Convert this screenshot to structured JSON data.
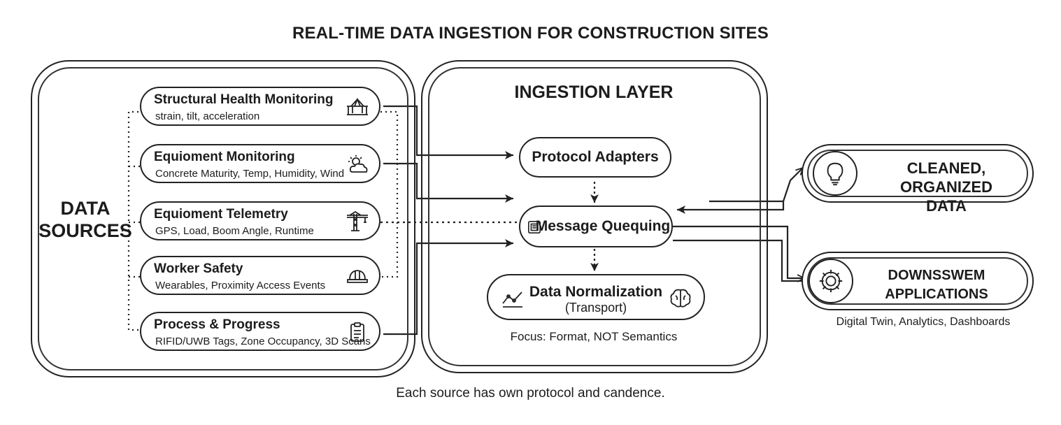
{
  "title": "REAL-TIME DATA INGESTION FOR CONSTRUCTION SITES",
  "data_sources": {
    "label_line1": "DATA",
    "label_line2": "SOURCES",
    "items": [
      {
        "title": "Structural Health Monitoring",
        "detail": "strain, tilt, acceleration",
        "icon": "bridge-icon"
      },
      {
        "title": "Equioment Monitoring",
        "detail": "Concrete Maturity, Temp, Humidity, Wind",
        "icon": "weather-icon"
      },
      {
        "title": "Equioment Telemetry",
        "detail": "GPS, Load, Boom Angle, Runtime",
        "icon": "crane-icon"
      },
      {
        "title": "Worker Safety",
        "detail": "Wearables, Proximity Access Events",
        "icon": "hardhat-icon"
      },
      {
        "title": "Process & Progress",
        "detail": "RIFID/UWB Tags, Zone Occupancy, 3D Scans",
        "icon": "clipboard-icon"
      }
    ]
  },
  "ingestion": {
    "title": "INGESTION LAYER",
    "protocol_adapters": "Protocol Adapters",
    "message_queuing": "Message Quequing",
    "normalization_line1": "Data Normalization",
    "normalization_line2": "(Transport)",
    "focus": "Focus: Format, NOT Semantics"
  },
  "outputs": {
    "cleaned_line1": "CLEANED, ORGANIZED",
    "cleaned_line2": "DATA",
    "downstream_line1": "DOWNSSWEM",
    "downstream_line2": "APPLICATIONS",
    "downstream_sub": "Digital Twin, Analytics, Dashboards"
  },
  "footer": "Each source has own protocol and candence."
}
